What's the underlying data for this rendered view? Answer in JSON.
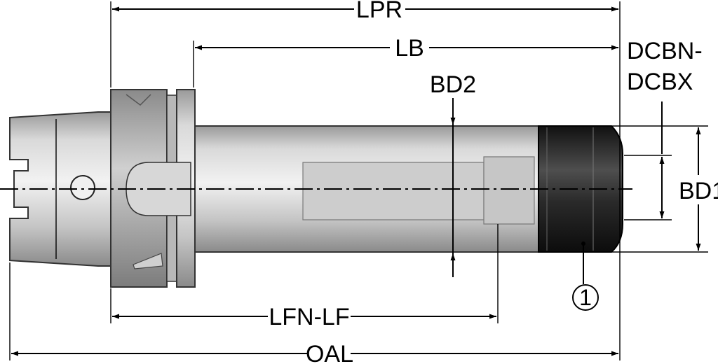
{
  "labels": {
    "lpr": "LPR",
    "lb": "LB",
    "dcbn_line1": "DCBN-",
    "dcbn_line2": "DCBX",
    "bd2": "BD2",
    "bd1": "BD1",
    "lfn_lf": "LFN-LF",
    "oal": "OAL",
    "callout": "1"
  },
  "colors": {
    "body_light": "#e6e6e6",
    "body_mid": "#bdbdbd",
    "body_dark": "#8c8c8c",
    "nut_dark": "#1c1c1c",
    "nut_mid": "#4a4a4a",
    "line": "#000000"
  }
}
